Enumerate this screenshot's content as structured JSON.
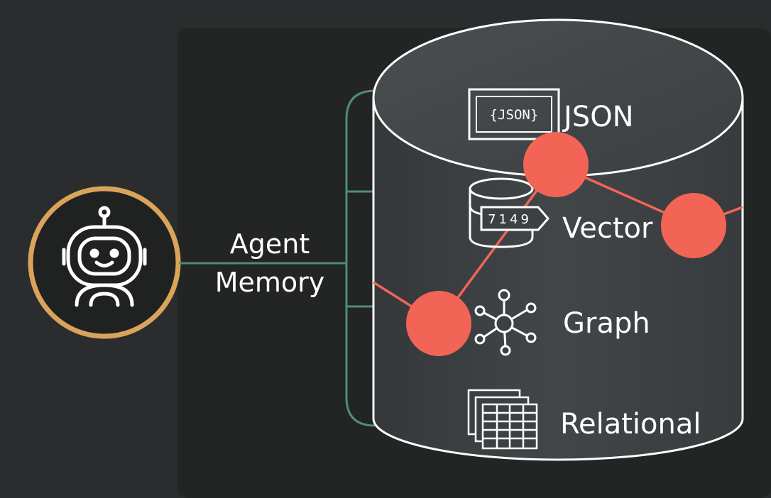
{
  "colors": {
    "background": "#2b2c2d",
    "panel": "#232424",
    "ring": "#d9a45a",
    "node": "#f26556",
    "connector": "#4f8d74",
    "stroke": "#ffffff"
  },
  "agent": {
    "icon": "robot-icon",
    "label_line1": "Agent",
    "label_line2": "Memory"
  },
  "database": {
    "icon": "database-cylinder-icon",
    "layers": [
      {
        "label": "JSON",
        "icon": "json-document-icon",
        "icon_text": "{JSON}"
      },
      {
        "label": "Vector",
        "icon": "vector-database-icon",
        "icon_text": "7149"
      },
      {
        "label": "Graph",
        "icon": "graph-network-icon"
      },
      {
        "label": "Relational",
        "icon": "relational-tables-icon"
      }
    ]
  }
}
